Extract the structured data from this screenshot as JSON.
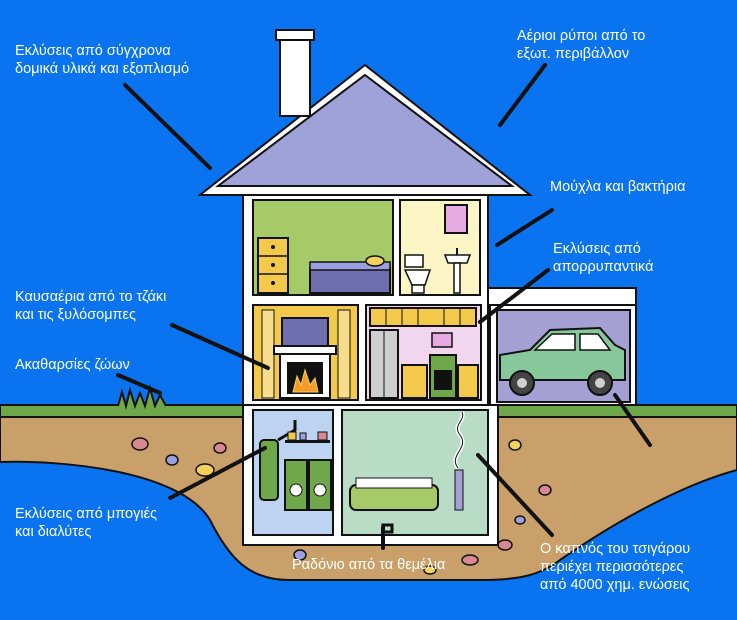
{
  "labels": {
    "materials": {
      "line1": "Εκλύσεις από σύγχρονα",
      "line2": "δομικά υλικά και εξοπλισμό"
    },
    "outdoor": {
      "line1": "Αέριοι ρύποι από το",
      "line2": "εξωτ. περιβάλλον"
    },
    "mold": {
      "line1": "Μούχλα και βακτήρια"
    },
    "cleaners": {
      "line1": "Εκλύσεις από",
      "line2": "απορρυπαντικά"
    },
    "fireplace": {
      "line1": "Καυσαέρια από το τζάκι",
      "line2": "και τις ξυλόσομπες"
    },
    "animals": {
      "line1": "Ακαθαρσίες ζώων"
    },
    "paints": {
      "line1": "Εκλύσεις από μπογιές",
      "line2": "και διαλύτες"
    },
    "radon": {
      "line1": "Ραδόνιο από τα θεμέλια"
    },
    "smoke": {
      "line1": "Ο καπνός του τσιγάρου",
      "line2": "περιέχει περισσότερες",
      "line3": "από 4000 χημ. ενώσεις"
    }
  },
  "colors": {
    "background": "#0a73f0",
    "roof": "#9fa2d8",
    "outline": "#111111",
    "wall": "#ffffff",
    "grass": "#6fa84a",
    "soil": "#c9a06a",
    "bedroom": "#a6ca68",
    "bathroom": "#fbf4c4",
    "living_room": "#f2c94a",
    "kitchen": "#f1d6ee",
    "garage": "#a4a0d3",
    "car": "#86c89a",
    "laundry": "#bcd3f1",
    "basement": "#b8dcc6",
    "label_text": "#ffffff",
    "pointer": "#111111"
  },
  "icons": [
    "house-illustration",
    "car-icon",
    "fireplace-icon",
    "chimney-icon",
    "bed-icon",
    "toilet-icon",
    "sink-icon",
    "stove-icon",
    "refrigerator-icon",
    "washer-icon",
    "bathtub-icon",
    "smoke-icon",
    "grass-icon",
    "radon-pipe-icon"
  ]
}
